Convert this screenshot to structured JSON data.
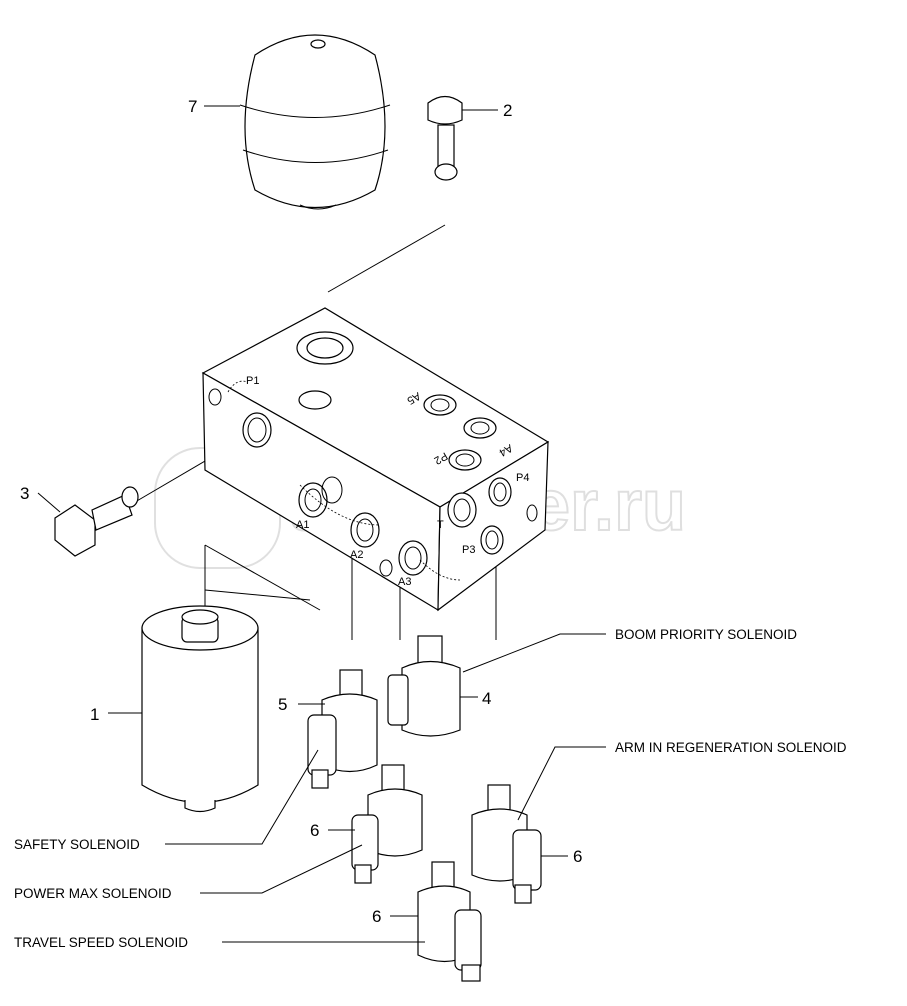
{
  "diagram": {
    "part_numbers": {
      "accumulator": "7",
      "plug_top": "2",
      "plug_side": "3",
      "filter": "1",
      "solenoid_safety": "5",
      "solenoid_boom": "4",
      "solenoid_power_max": "6",
      "solenoid_arm_in": "6",
      "solenoid_travel": "6"
    },
    "callouts": {
      "boom_priority": "BOOM PRIORITY SOLENOID",
      "arm_in_regeneration": "ARM IN REGENERATION SOLENOID",
      "safety": "SAFETY SOLENOID",
      "power_max": "POWER MAX SOLENOID",
      "travel_speed": "TRAVEL SPEED SOLENOID"
    },
    "ports": {
      "p1": "P1",
      "a5": "A5",
      "a4": "A4",
      "p2": "P2",
      "p4": "P4",
      "t": "T",
      "a1": "A1",
      "a2": "A2",
      "a3": "A3",
      "p3": "P3"
    },
    "watermark": "autopiter.ru"
  }
}
